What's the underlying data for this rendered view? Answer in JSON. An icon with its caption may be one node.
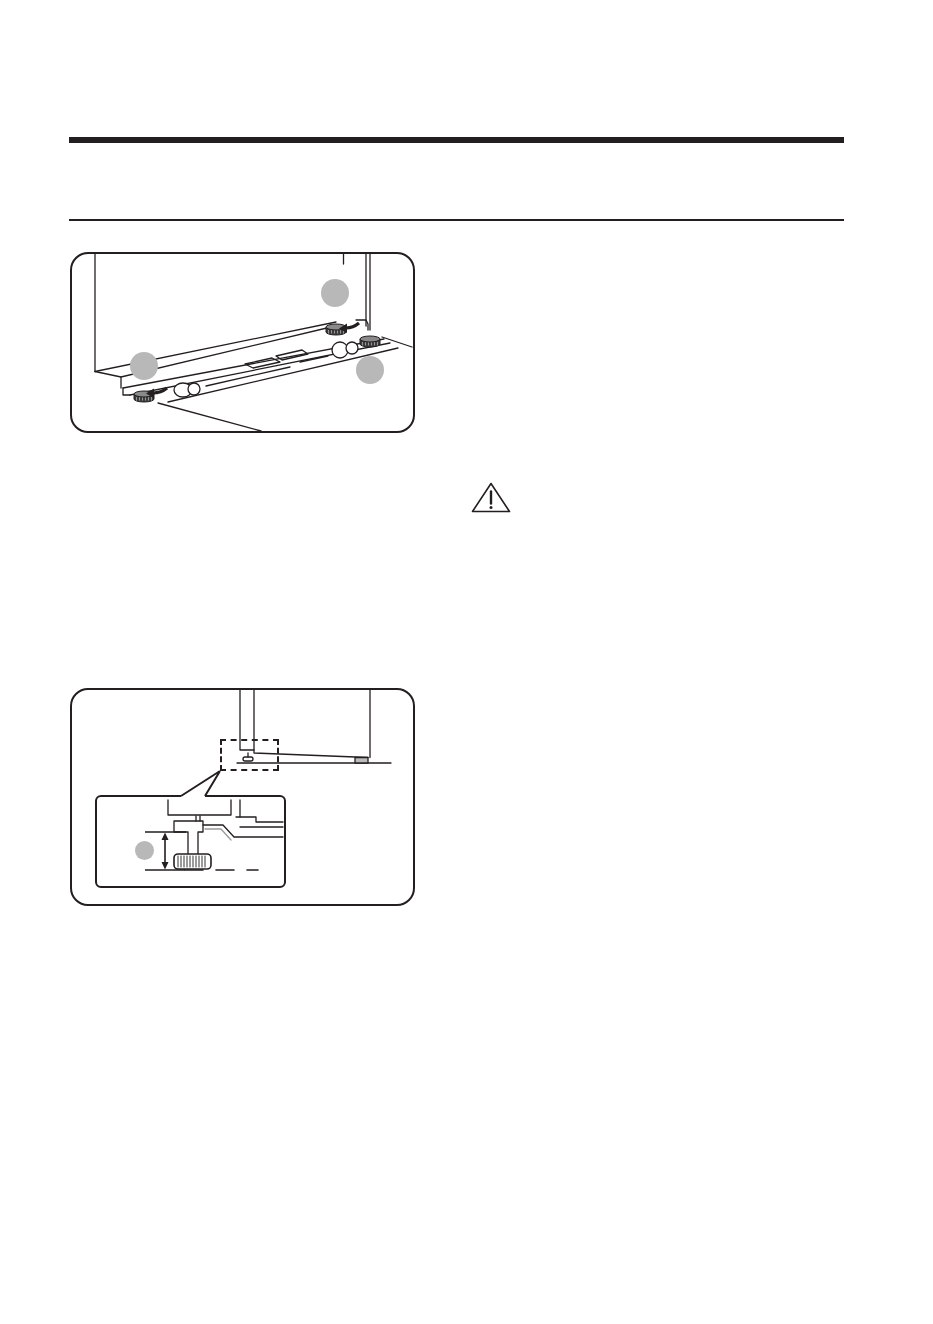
{
  "diagram": {
    "nodes": [
      {
        "text": [],
        "shape": "picture"
      },
      {
        "text": [],
        "shape": "circle",
        "in": 0
      },
      {
        "text": [],
        "shape": "circle",
        "in": 0
      },
      {
        "text": [],
        "shape": "circle",
        "in": 0
      },
      {
        "text": [],
        "shape": "picture"
      },
      {
        "text": [],
        "shape": "box",
        "in": 4
      },
      {
        "text": [],
        "shape": "box",
        "in": 4
      },
      {
        "text": [],
        "shape": "circle",
        "in": 6
      }
    ],
    "edges": [
      {
        "from": 6,
        "to": 5,
        "arrow": "none"
      }
    ]
  }
}
